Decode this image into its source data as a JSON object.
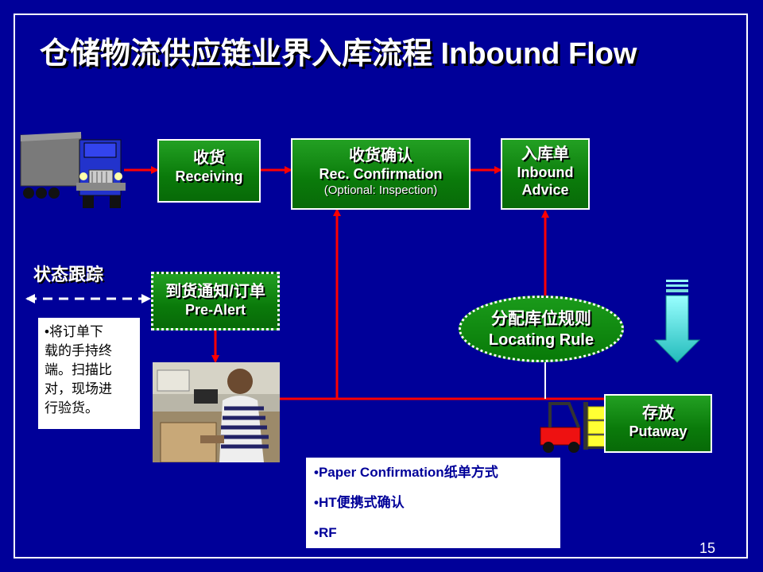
{
  "title": "仓储物流供应链业界入库流程 Inbound Flow",
  "boxes": {
    "receiving": {
      "cn": "收货",
      "en": "Receiving"
    },
    "confirmation": {
      "cn": "收货确认",
      "en": "Rec. Confirmation",
      "sub": "(Optional: Inspection)"
    },
    "inbound_advice": {
      "cn": "入库单",
      "en1": "Inbound",
      "en2": "Advice"
    },
    "pre_alert": {
      "cn": "到货通知/订单",
      "en": "Pre-Alert"
    },
    "locating_rule": {
      "cn": "分配库位规则",
      "en": "Locating Rule"
    },
    "putaway": {
      "cn": "存放",
      "en": "Putaway"
    }
  },
  "status_label": "状态跟踪",
  "note_lines": [
    "•将订单下",
    "载的手持终",
    "端。扫描比",
    "对，现场进",
    "行验货。"
  ],
  "bullets": [
    "•Paper Confirmation纸单方式",
    "•HT便携式确认",
    "•RF"
  ],
  "page_number": "15",
  "colors": {
    "background": "#000099",
    "box_green": "#0a7a0a",
    "arrow_red": "#ff0000",
    "down_arrow": "#33cccc"
  },
  "icons": [
    "truck-icon",
    "forklift-icon",
    "down-arrow-icon",
    "worker-photo"
  ]
}
